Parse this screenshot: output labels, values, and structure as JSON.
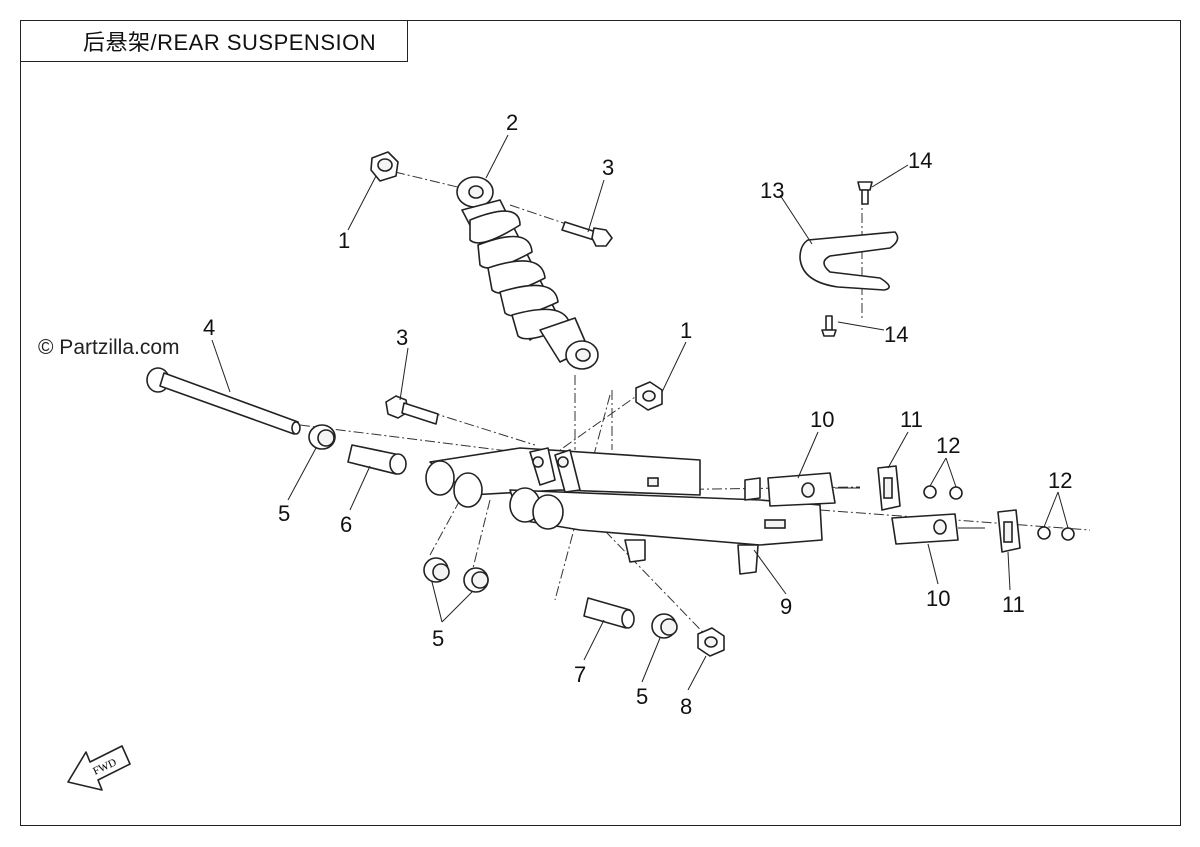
{
  "title": "后悬架/REAR SUSPENSION",
  "watermark": "© Partzilla.com",
  "fwd_label": "FWD",
  "callouts": {
    "c1a": "1",
    "c2": "2",
    "c3a": "3",
    "c13": "13",
    "c14a": "14",
    "c4": "4",
    "c3b": "3",
    "c1b": "1",
    "c14b": "14",
    "c10a": "10",
    "c11a": "11",
    "c12a": "12",
    "c12b": "12",
    "c5a": "5",
    "c6": "6",
    "c9": "9",
    "c10b": "10",
    "c11b": "11",
    "c5b": "5",
    "c7": "7",
    "c5c": "5",
    "c8": "8"
  }
}
